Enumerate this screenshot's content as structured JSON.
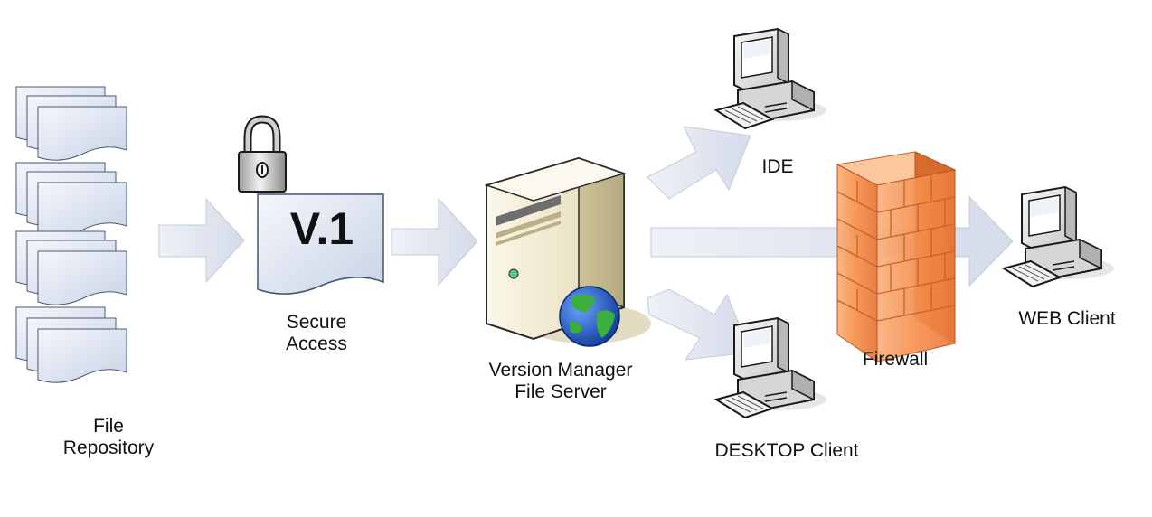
{
  "doc_label": "V.1",
  "labels": {
    "file_repository": [
      "File",
      "Repository"
    ],
    "secure_access": [
      "Secure",
      "Access"
    ],
    "file_server": [
      "Version Manager",
      "File Server"
    ],
    "ide": "IDE",
    "desktop_client": "DESKTOP Client",
    "firewall": "Firewall",
    "web_client": "WEB Client"
  },
  "colors": {
    "arrow_fill": "#dde3ee",
    "document_fill": "#e6ebf5",
    "firewall": "#f28a4a",
    "server_body": "#efe6c8"
  },
  "icons": [
    "document-stack-icon",
    "padlock-icon",
    "server-icon",
    "globe-icon",
    "computer-icon",
    "firewall-icon"
  ]
}
